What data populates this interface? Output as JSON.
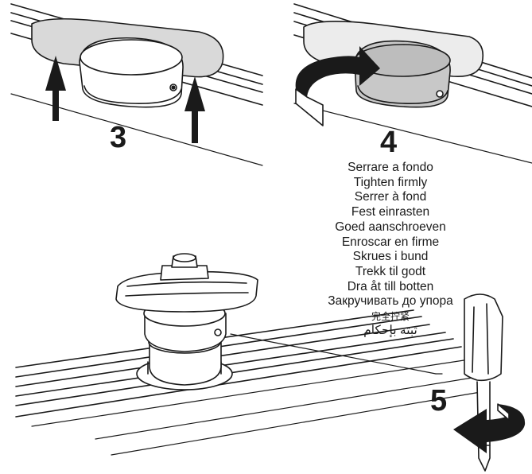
{
  "steps": {
    "step3": "3",
    "step4": "4",
    "step5": "5"
  },
  "captions": [
    "Serrare a fondo",
    "Tighten firmly",
    "Serrer à fond",
    "Fest einrasten",
    "Goed aanschroeven",
    "Enroscar en firme",
    "Skrues i bund",
    "Trekk til godt",
    "Dra åt till botten",
    "Закручивать до упора",
    "完全拧紧",
    "ثبته بإحكام"
  ],
  "colors": {
    "ink": "#1a1a1a",
    "shade": "#bdbdbd",
    "light_shade": "#e6e6e6",
    "background": "#ffffff"
  },
  "icons": [
    "up-arrow-icon",
    "rotate-arrow-icon",
    "screwdriver-icon"
  ]
}
